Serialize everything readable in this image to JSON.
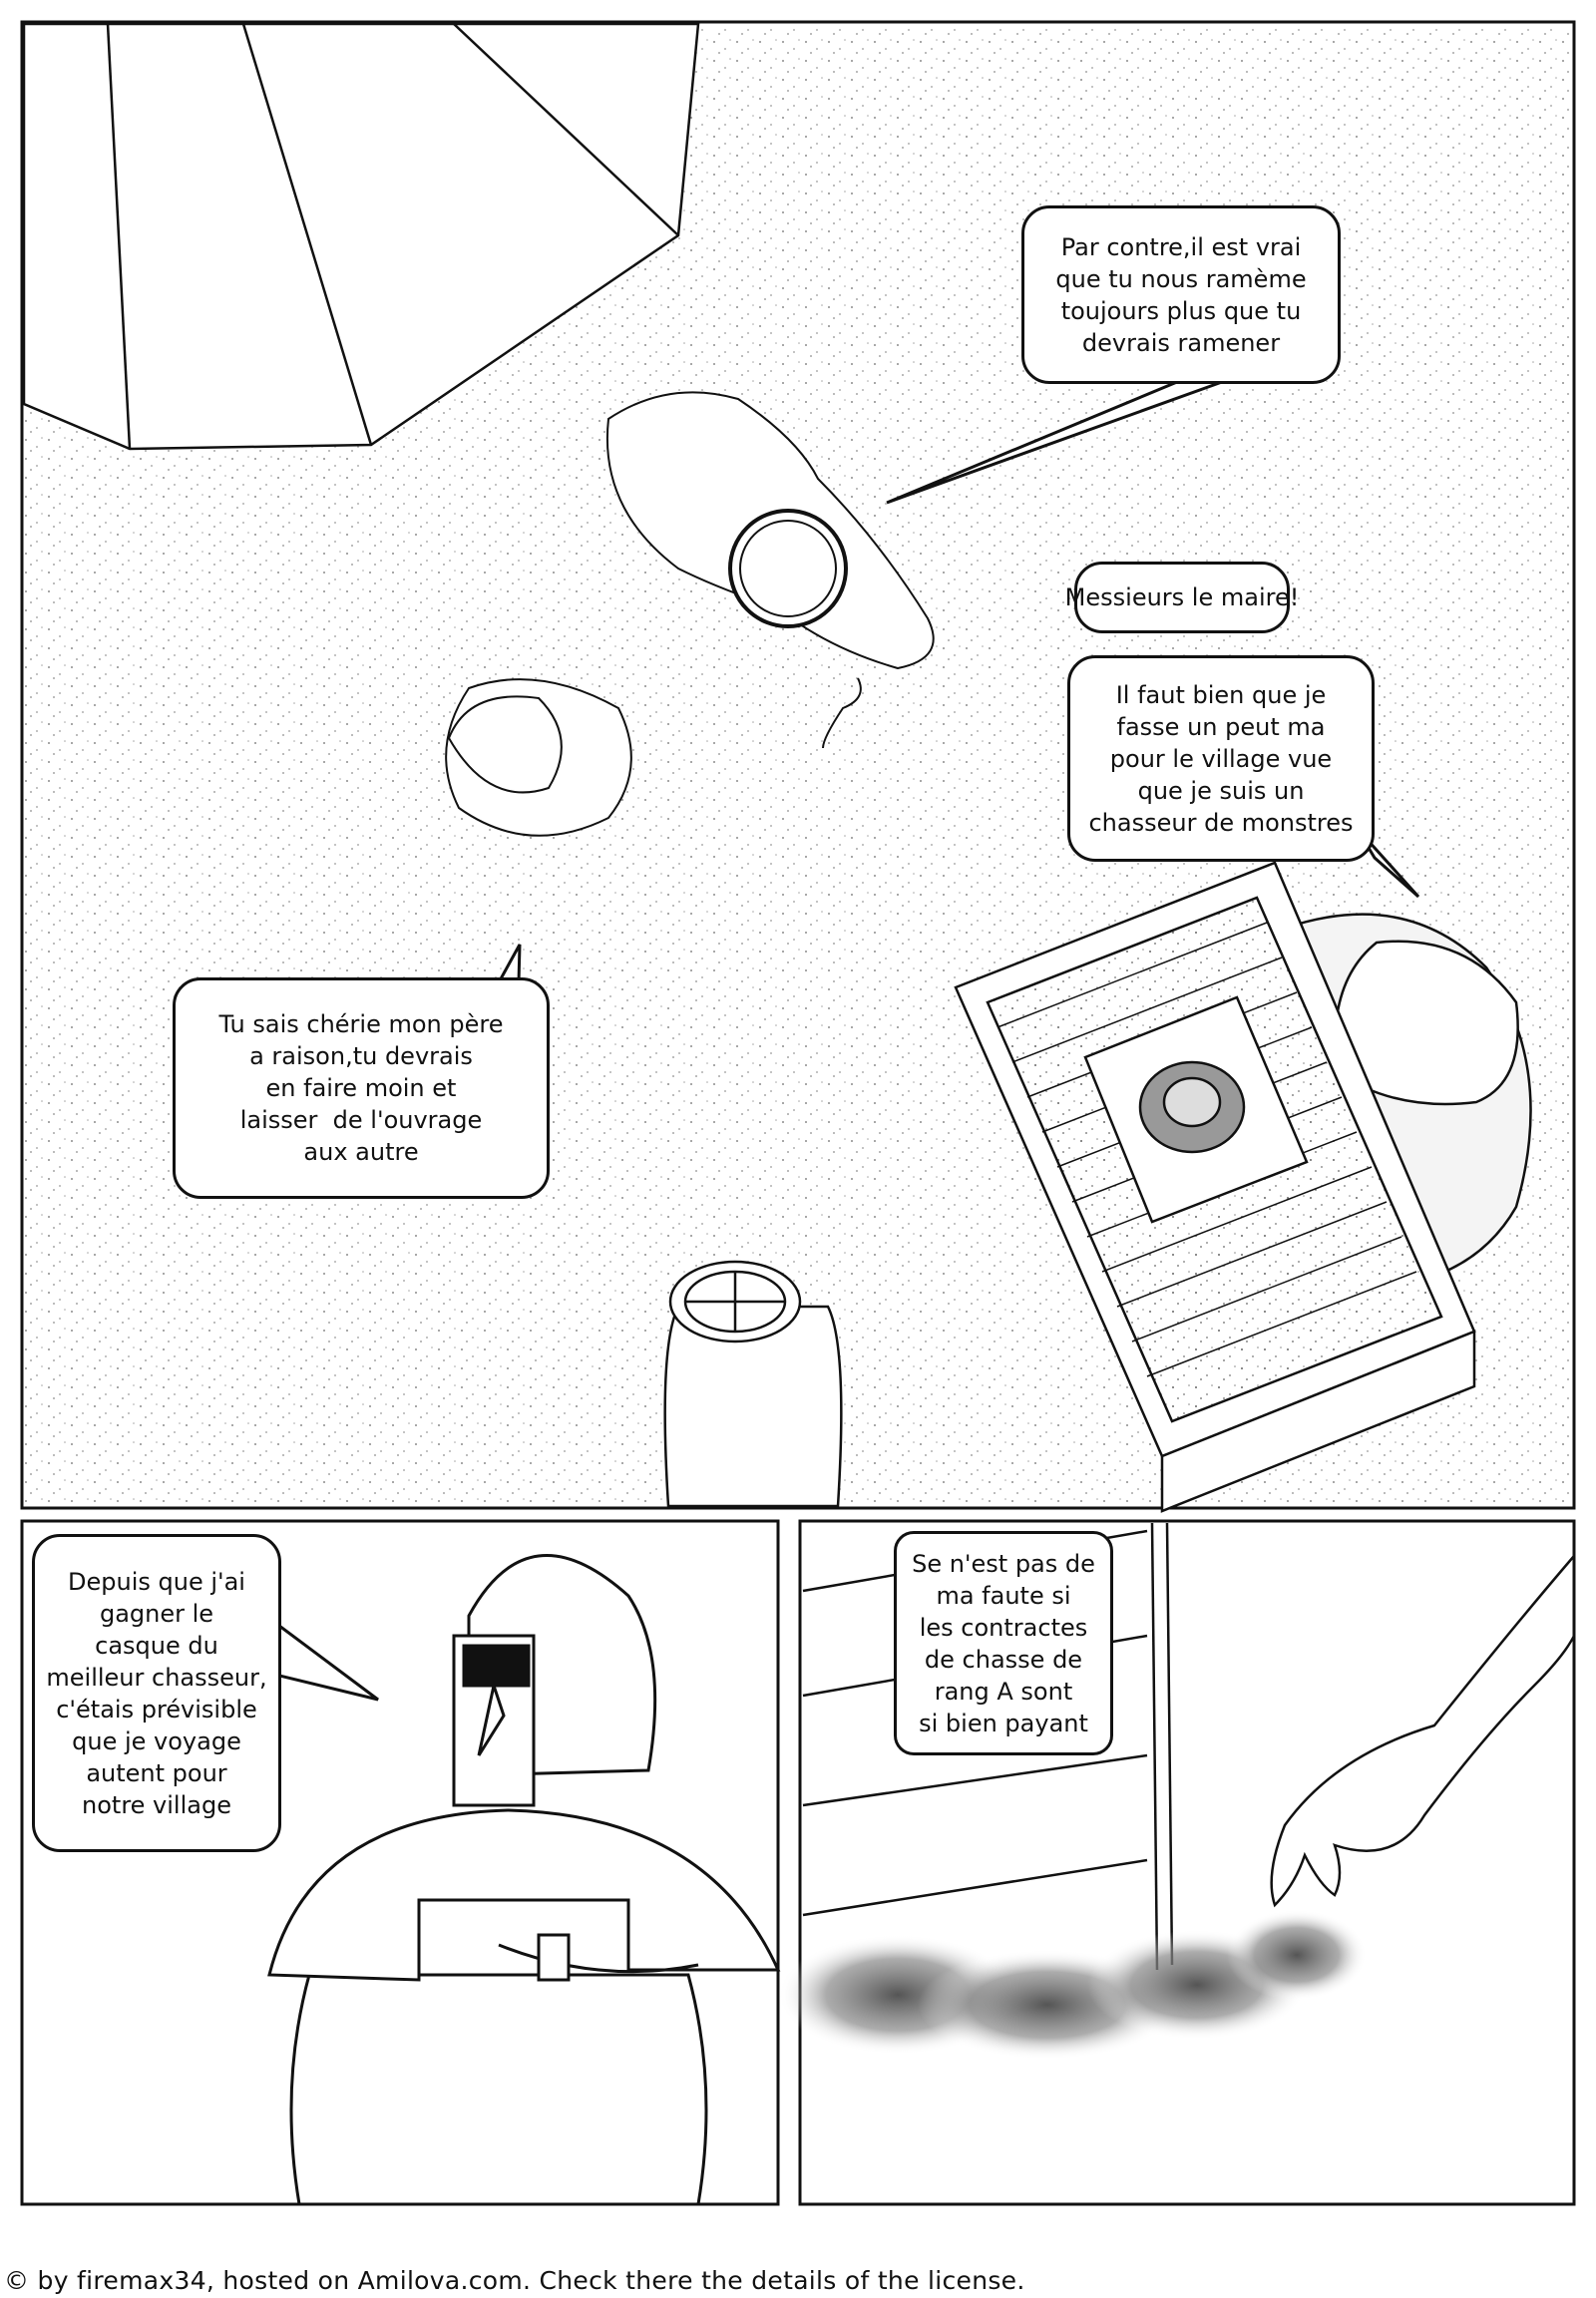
{
  "panel1": {
    "bubble_mayor": [
      "Par contre,il est vrai",
      "que tu nous ramème",
      "toujours plus que tu",
      "devrais ramener"
    ],
    "bubble_hunter_top": [
      "Messieurs le maire!"
    ],
    "bubble_hunter_bottom": [
      "Il faut bien que je",
      "fasse un peut ma",
      "pour le village vue",
      "que je suis un",
      "chasseur de monstres"
    ],
    "bubble_woman": [
      "Tu sais chérie mon père",
      "a raison,tu devrais",
      "en faire moin et",
      "laisser  de l'ouvrage",
      "aux autre"
    ]
  },
  "panel2": {
    "bubble_knight": [
      "Depuis que j'ai",
      "gagner le",
      "casque du",
      "meilleur chasseur,",
      "c'étais prévisible",
      "que je voyage",
      "autent pour",
      "notre village"
    ]
  },
  "panel3": {
    "bubble_hand": [
      "Se n'est pas de",
      "ma faute si",
      "les contractes",
      "de chasse de",
      "rang A sont",
      "si bien payant"
    ]
  },
  "footer": "© by firemax34, hosted on Amilova.com. Check there the details of the license."
}
